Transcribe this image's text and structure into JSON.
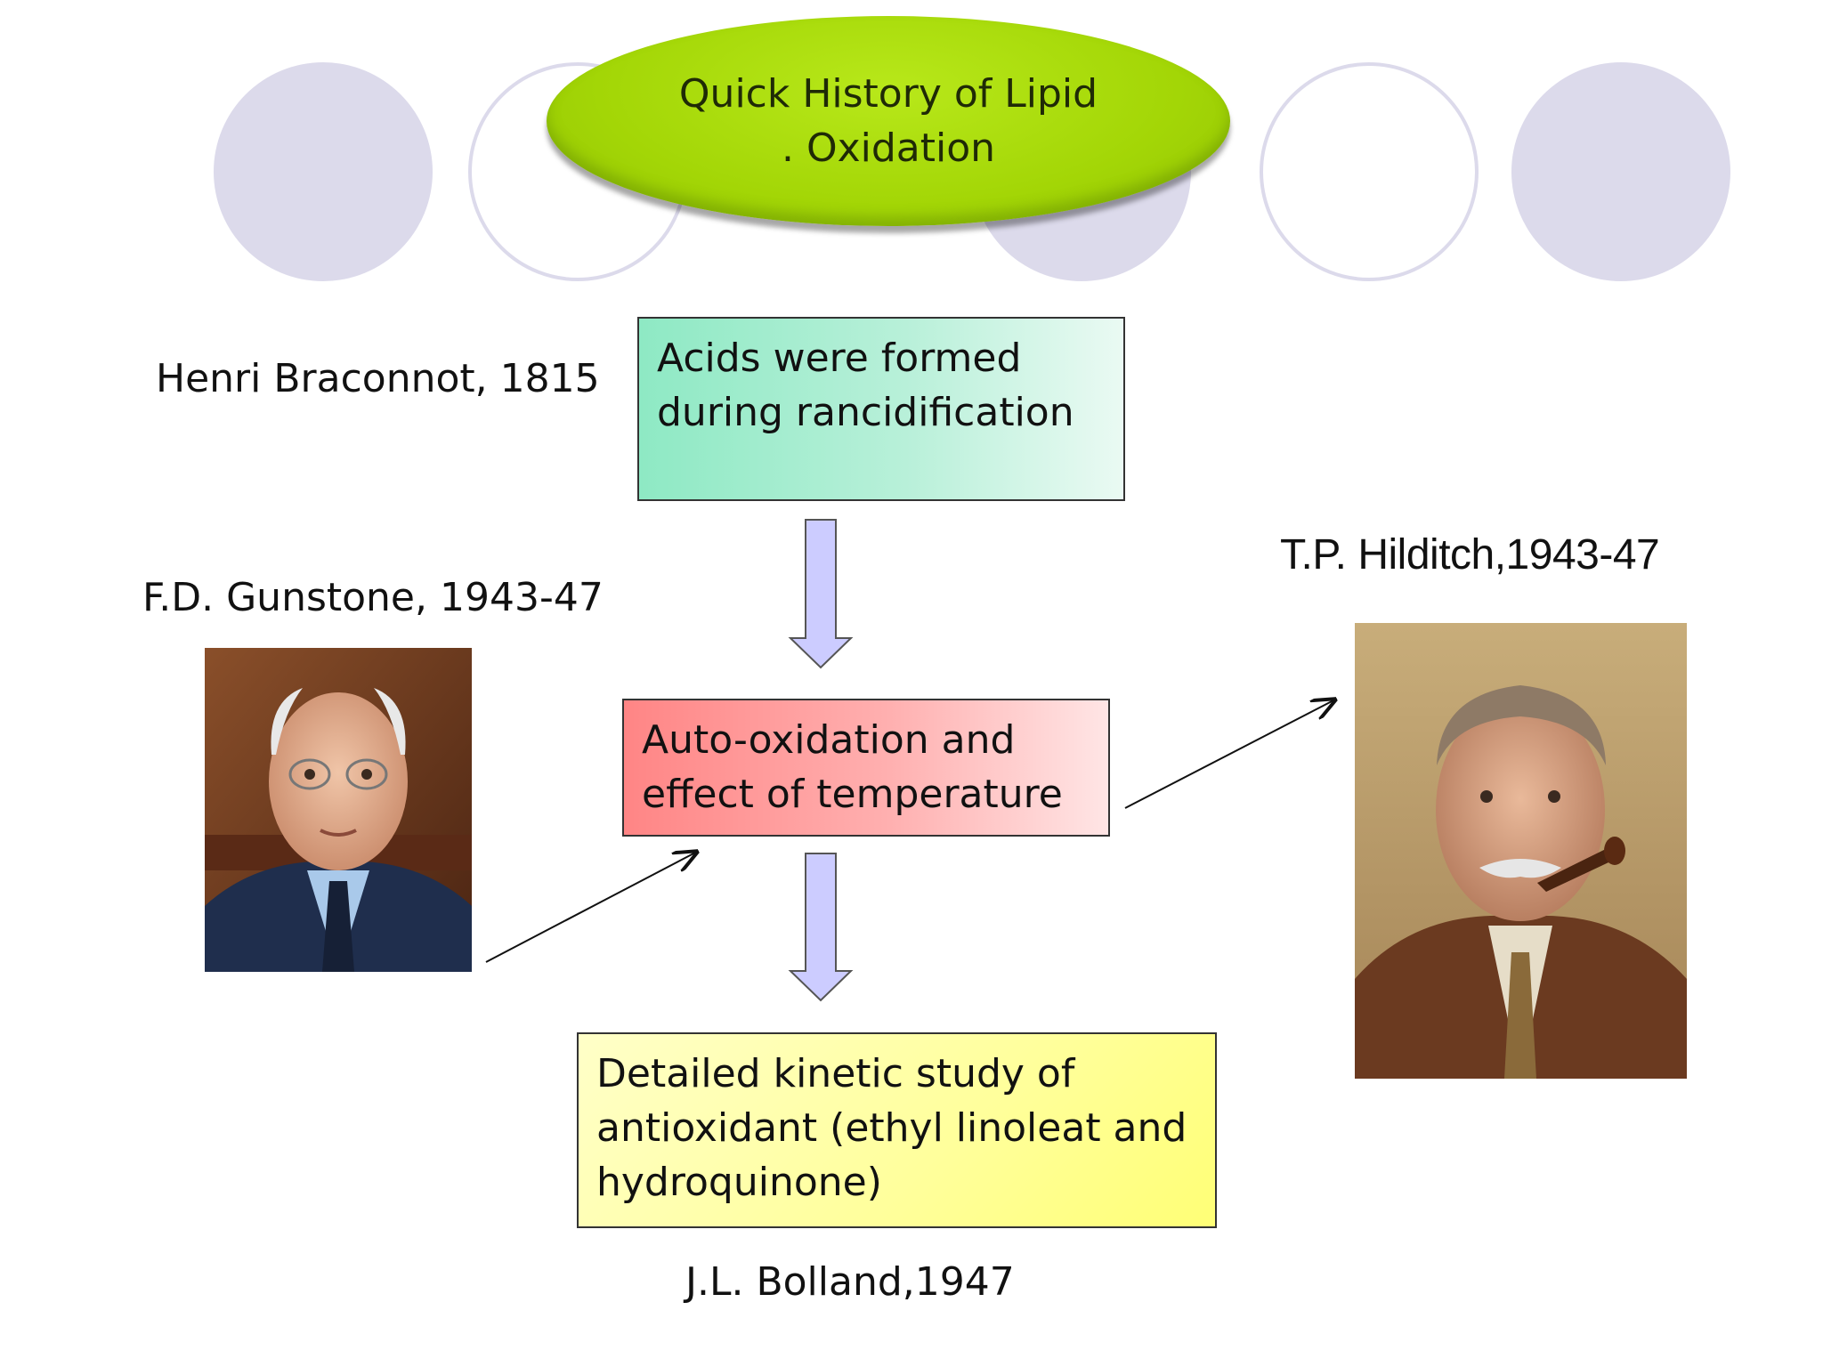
{
  "title": {
    "line1": "Quick History of Lipid",
    "line2": ". Oxidation"
  },
  "people": {
    "braconnot": "Henri Braconnot, 1815",
    "gunstone": "F.D. Gunstone, 1943-47",
    "hilditch": "T.P. Hilditch,1943-47",
    "bolland": "J.L. Bolland,1947"
  },
  "boxes": {
    "acids": {
      "line1": "Acids were formed",
      "line2": "during rancidification"
    },
    "autooxidation": {
      "line1": "Auto-oxidation and",
      "line2": "effect of temperature"
    },
    "kinetic": {
      "line1": "Detailed kinetic study of",
      "line2": "antioxidant (ethyl linoleat and",
      "line3": "hydroquinone)"
    }
  },
  "colors": {
    "circle": "#dcdaeb",
    "title_ellipse": "#a3d606",
    "green_box": "#8ee9c4",
    "red_box": "#ff8585",
    "yellow_box": "#ffff9a",
    "down_arrow_fill": "#ccccff"
  }
}
